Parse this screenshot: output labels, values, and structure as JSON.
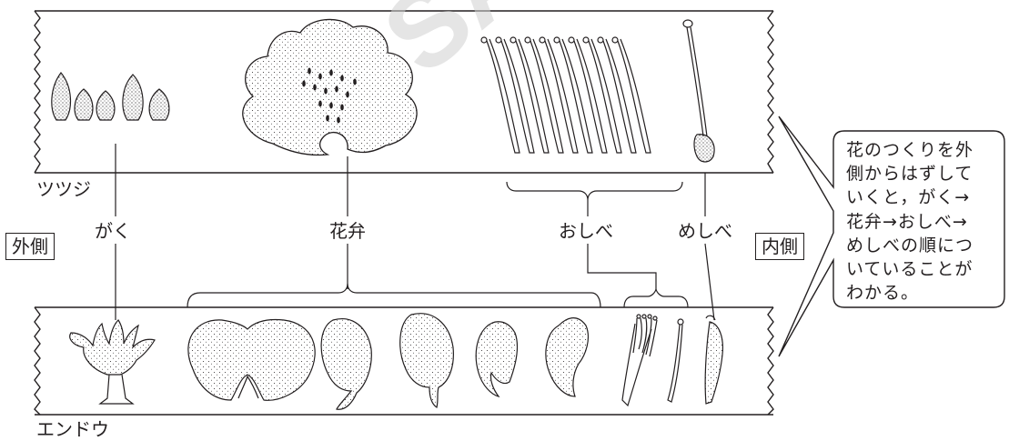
{
  "species": {
    "top": "ツツジ",
    "bottom": "エンドウ"
  },
  "parts": {
    "sepal": "がく",
    "petal": "花弁",
    "stamen": "おしべ",
    "pistil": "めしべ"
  },
  "side": {
    "outer": "外側",
    "inner": "内側"
  },
  "note": {
    "lines": [
      "花のつくりを外",
      "側からはずして",
      "いくと，がく→",
      "花弁→おしべ→",
      "めしべの順につ",
      "いていることが",
      "わかる。"
    ]
  },
  "watermark": "SAMPLE"
}
